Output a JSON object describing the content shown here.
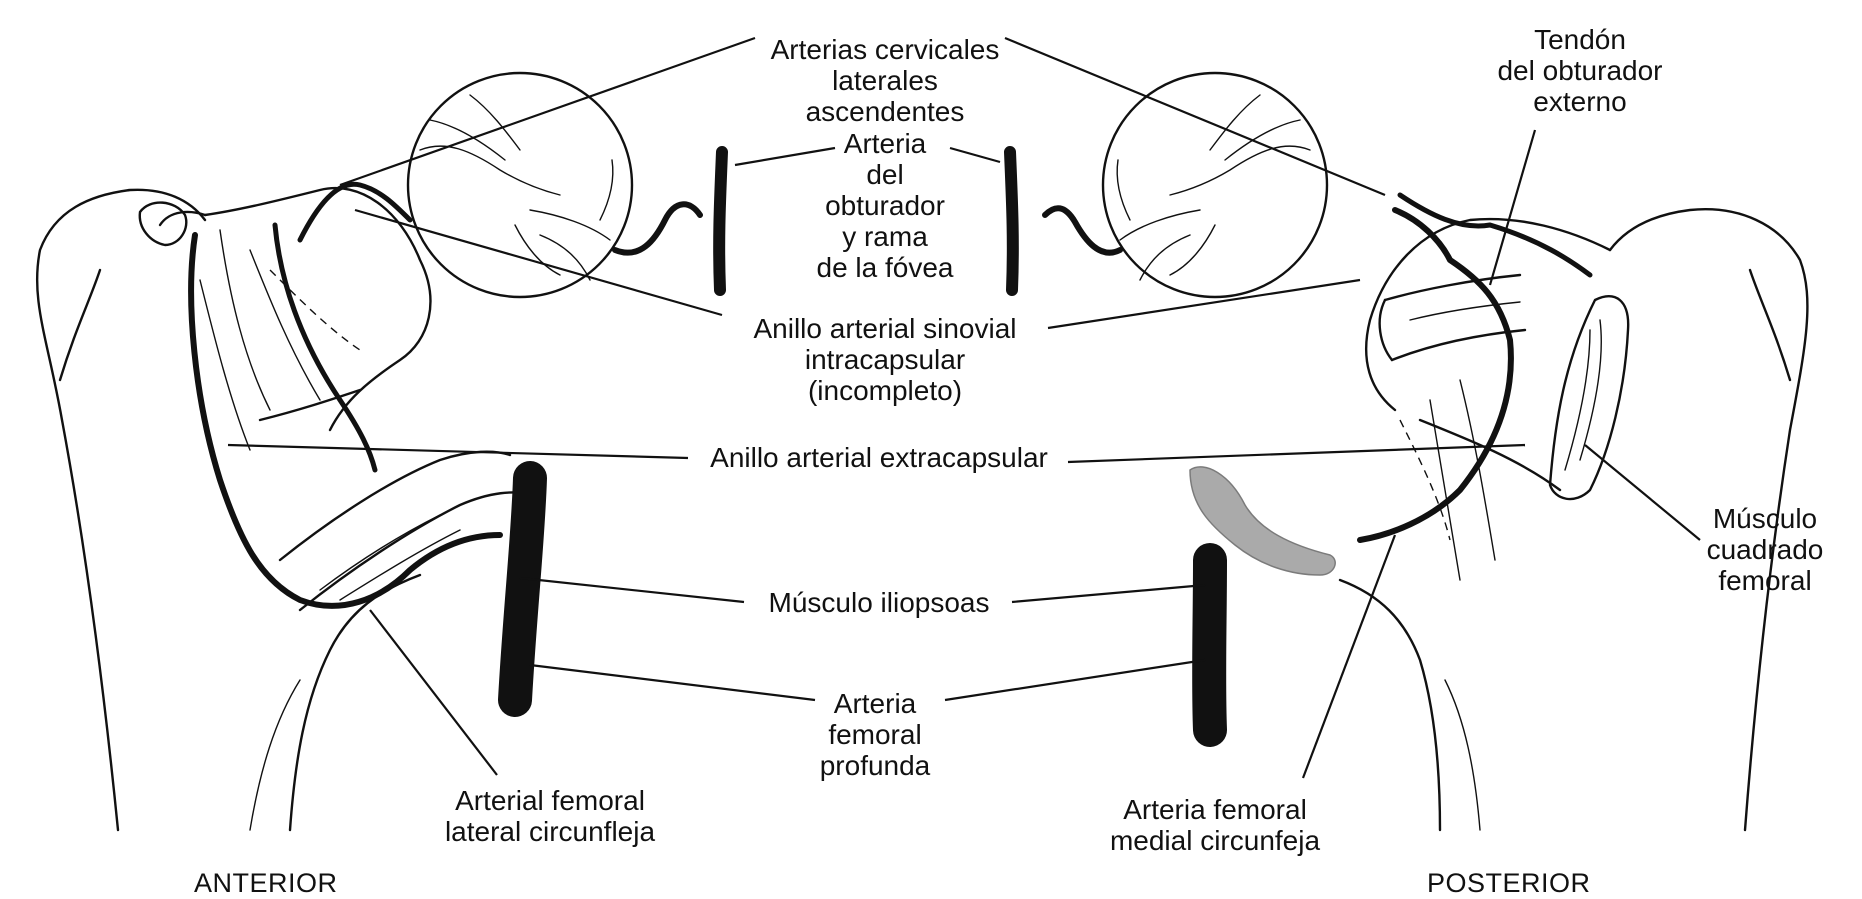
{
  "labels": {
    "arterias_cervicales": "Arterias cervicales\nlaterales ascendentes",
    "arteria_obturador": "Arteria\ndel obturador\ny rama\nde la fóvea",
    "anillo_sinovial": "Anillo arterial sinovial\nintracapsular\n(incompleto)",
    "anillo_extracapsular": "Anillo arterial extracapsular",
    "musculo_iliopsoas": "Músculo iliopsoas",
    "arteria_femoral_profunda": "Arteria\nfemoral\nprofunda",
    "arterial_femoral_lateral": "Arterial femoral\nlateral circunfleja",
    "arteria_femoral_medial": "Arteria femoral\nmedial circunfeja",
    "tendon_obturador": "Tendón\ndel obturador\nexterno",
    "musculo_cuadrado": "Músculo\ncuadrado\nfemoral"
  },
  "views": {
    "anterior": "ANTERIOR",
    "posterior": "POSTERIOR"
  }
}
